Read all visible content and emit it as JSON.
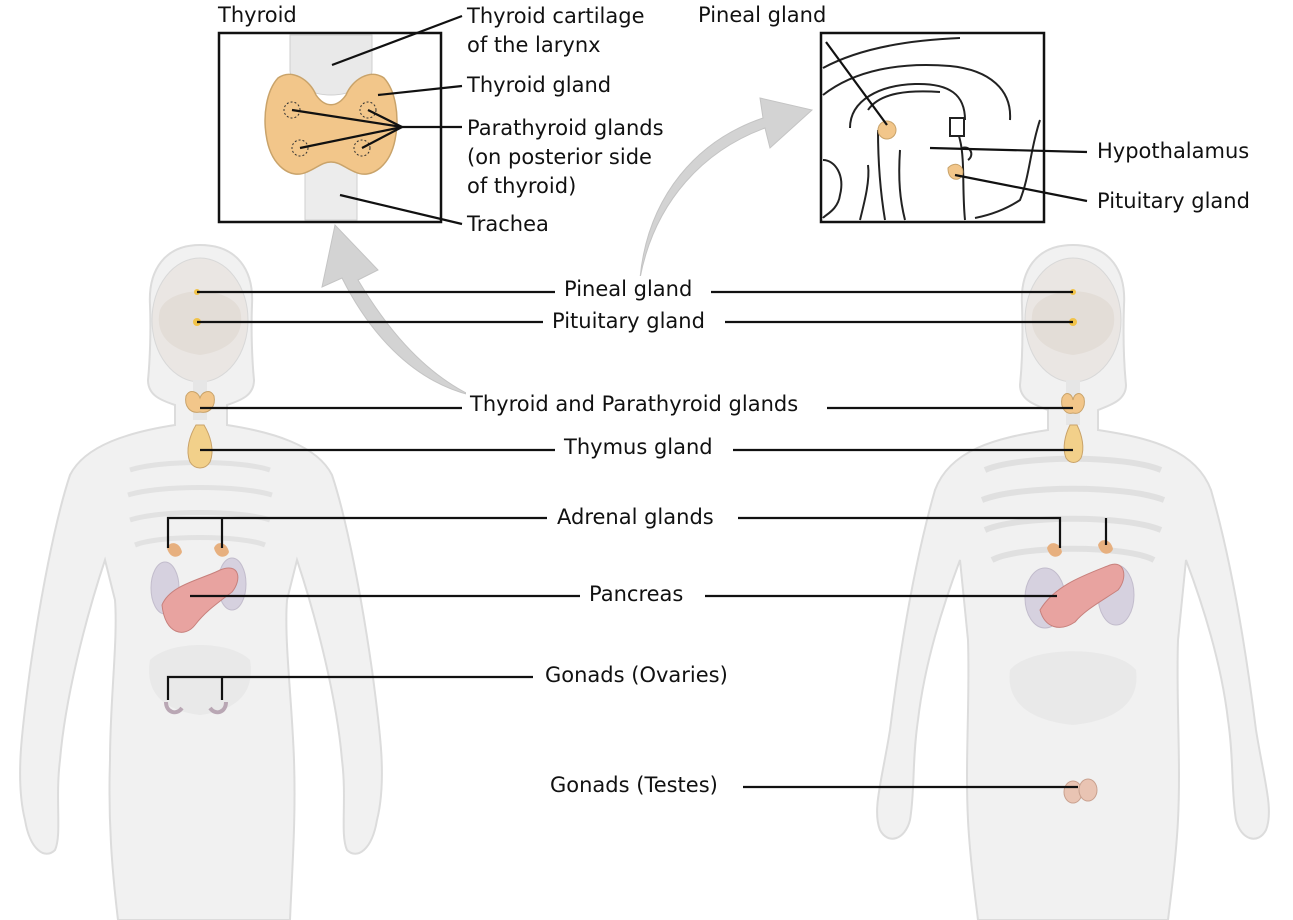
{
  "insets": {
    "thyroid": {
      "title": "Thyroid",
      "labels": {
        "cartilage": [
          "Thyroid cartilage",
          "of the larynx"
        ],
        "gland": "Thyroid gland",
        "parathyroid": [
          "Parathyroid glands",
          "(on posterior side",
          "of thyroid)"
        ],
        "trachea": "Trachea"
      }
    },
    "brain": {
      "title": "Pineal gland",
      "labels": {
        "hypothalamus": "Hypothalamus",
        "pituitary": "Pituitary gland"
      }
    }
  },
  "body_labels": {
    "pineal": "Pineal gland",
    "pituitary": "Pituitary gland",
    "thyroid": "Thyroid and Parathyroid glands",
    "thymus": "Thymus gland",
    "adrenal": "Adrenal glands",
    "pancreas": "Pancreas",
    "ovaries": "Gonads (Ovaries)",
    "testes": "Gonads (Testes)"
  },
  "colors": {
    "gland": "#f2c68a",
    "pancreas": "#e8a3a0",
    "kidney": "#c9c4d4",
    "body": "#efefef",
    "line": "#111111",
    "arrow": "#cfcfcf"
  }
}
